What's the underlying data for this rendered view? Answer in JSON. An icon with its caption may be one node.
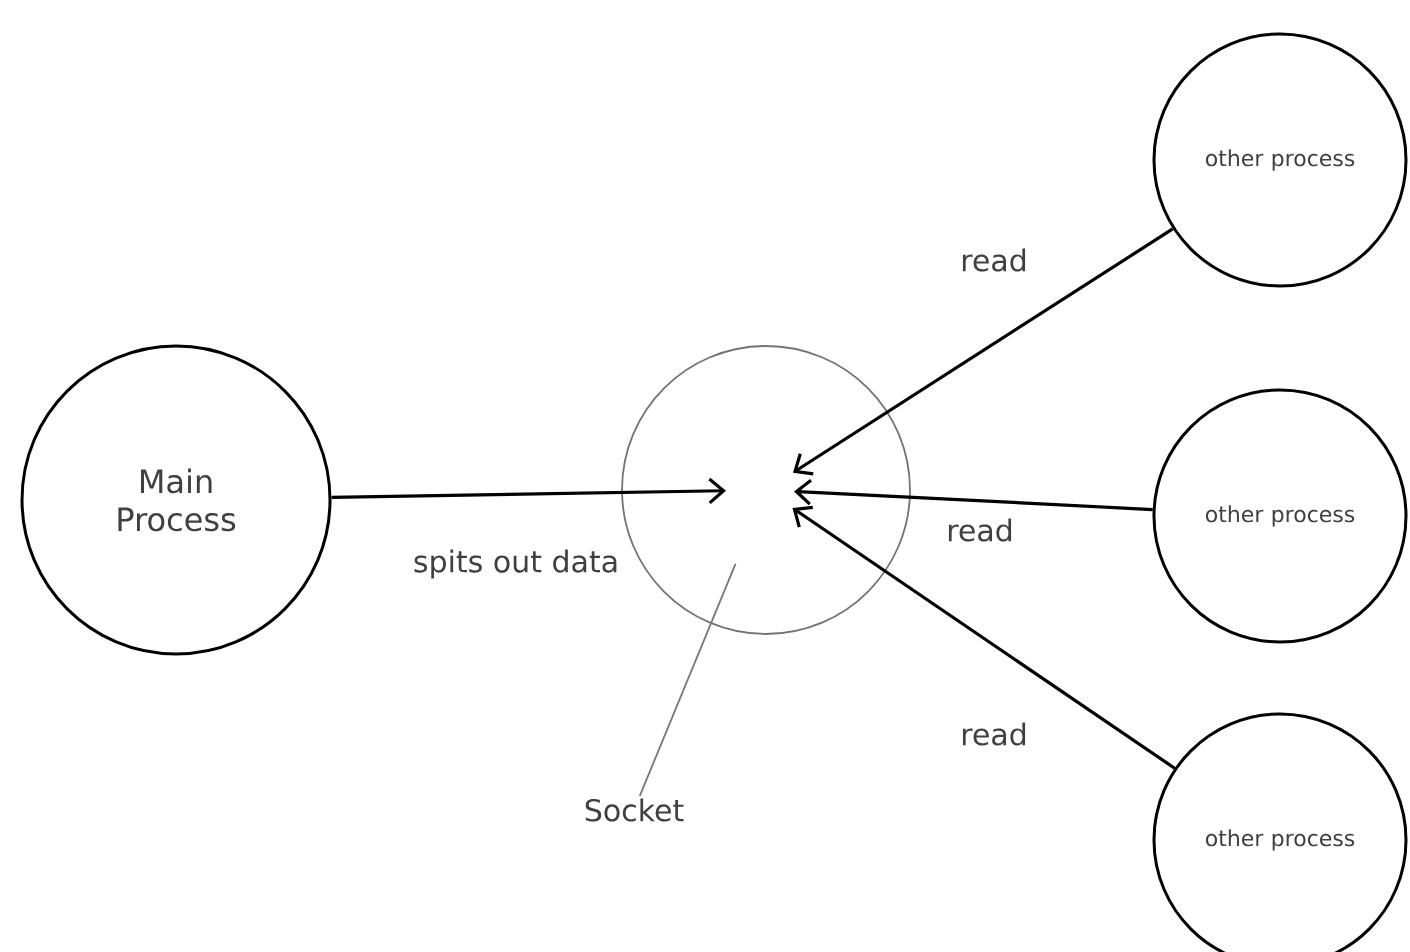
{
  "diagram": {
    "nodes": [
      {
        "text": [
          "Main Process"
        ]
      },
      {
        "text": [],
        "shape": "circle"
      },
      {
        "text": [
          "Socket"
        ]
      },
      {
        "text": [
          "other process"
        ]
      },
      {
        "text": [
          "other process"
        ]
      },
      {
        "text": [
          "other process"
        ]
      }
    ],
    "edges": [
      {
        "from": 0,
        "to": 1,
        "arrow": "to",
        "label": "spits out data"
      },
      {
        "from": 3,
        "to": 1,
        "arrow": "to",
        "label": "read"
      },
      {
        "from": 4,
        "to": 1,
        "arrow": "to",
        "label": "read"
      },
      {
        "from": 5,
        "to": 1,
        "arrow": "to",
        "label": "read"
      },
      {
        "from": 2,
        "to": 1,
        "arrow": "none",
        "color": "#777777"
      }
    ]
  }
}
